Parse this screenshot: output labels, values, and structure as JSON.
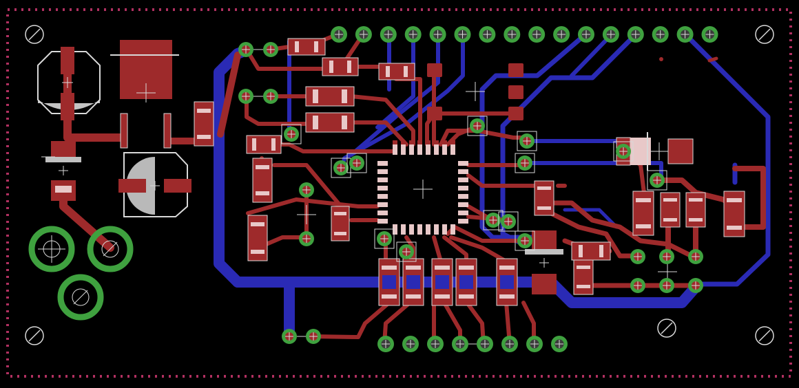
{
  "view": {
    "type": "pcb-layout",
    "background_color": "#000000"
  },
  "colors": {
    "top_copper": "#9e2a2b",
    "top_copper_light": "#b53a3a",
    "bottom_copper": "#2a2ab5",
    "via_ring": "#3fa13f",
    "pad_center": "#7db3d6",
    "silkscreen": "#d9d9d9",
    "board_outline_dots": "#b03060",
    "smd_pad_light": "#e8c8c8"
  },
  "header_pins": {
    "count": 16,
    "label": ""
  },
  "bottom_pins": {
    "count": 8
  },
  "mounting_holes": [
    "top-left",
    "top-right",
    "bottom-left",
    "bottom-right",
    "bottom-mid-right"
  ]
}
